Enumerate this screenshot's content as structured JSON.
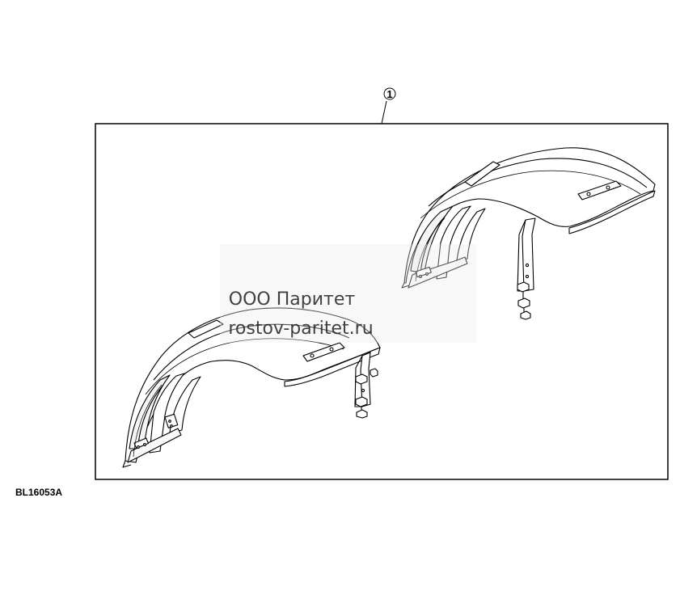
{
  "diagram": {
    "callout_number": "1",
    "figure_id": "BL16053A",
    "part_name": "fender-pair"
  },
  "watermark": {
    "line1": "ООО Паритет",
    "line2": "rostov-paritet.ru"
  },
  "colors": {
    "line": "#000000",
    "fill": "#ffffff",
    "shade": "#e6e6e6"
  }
}
